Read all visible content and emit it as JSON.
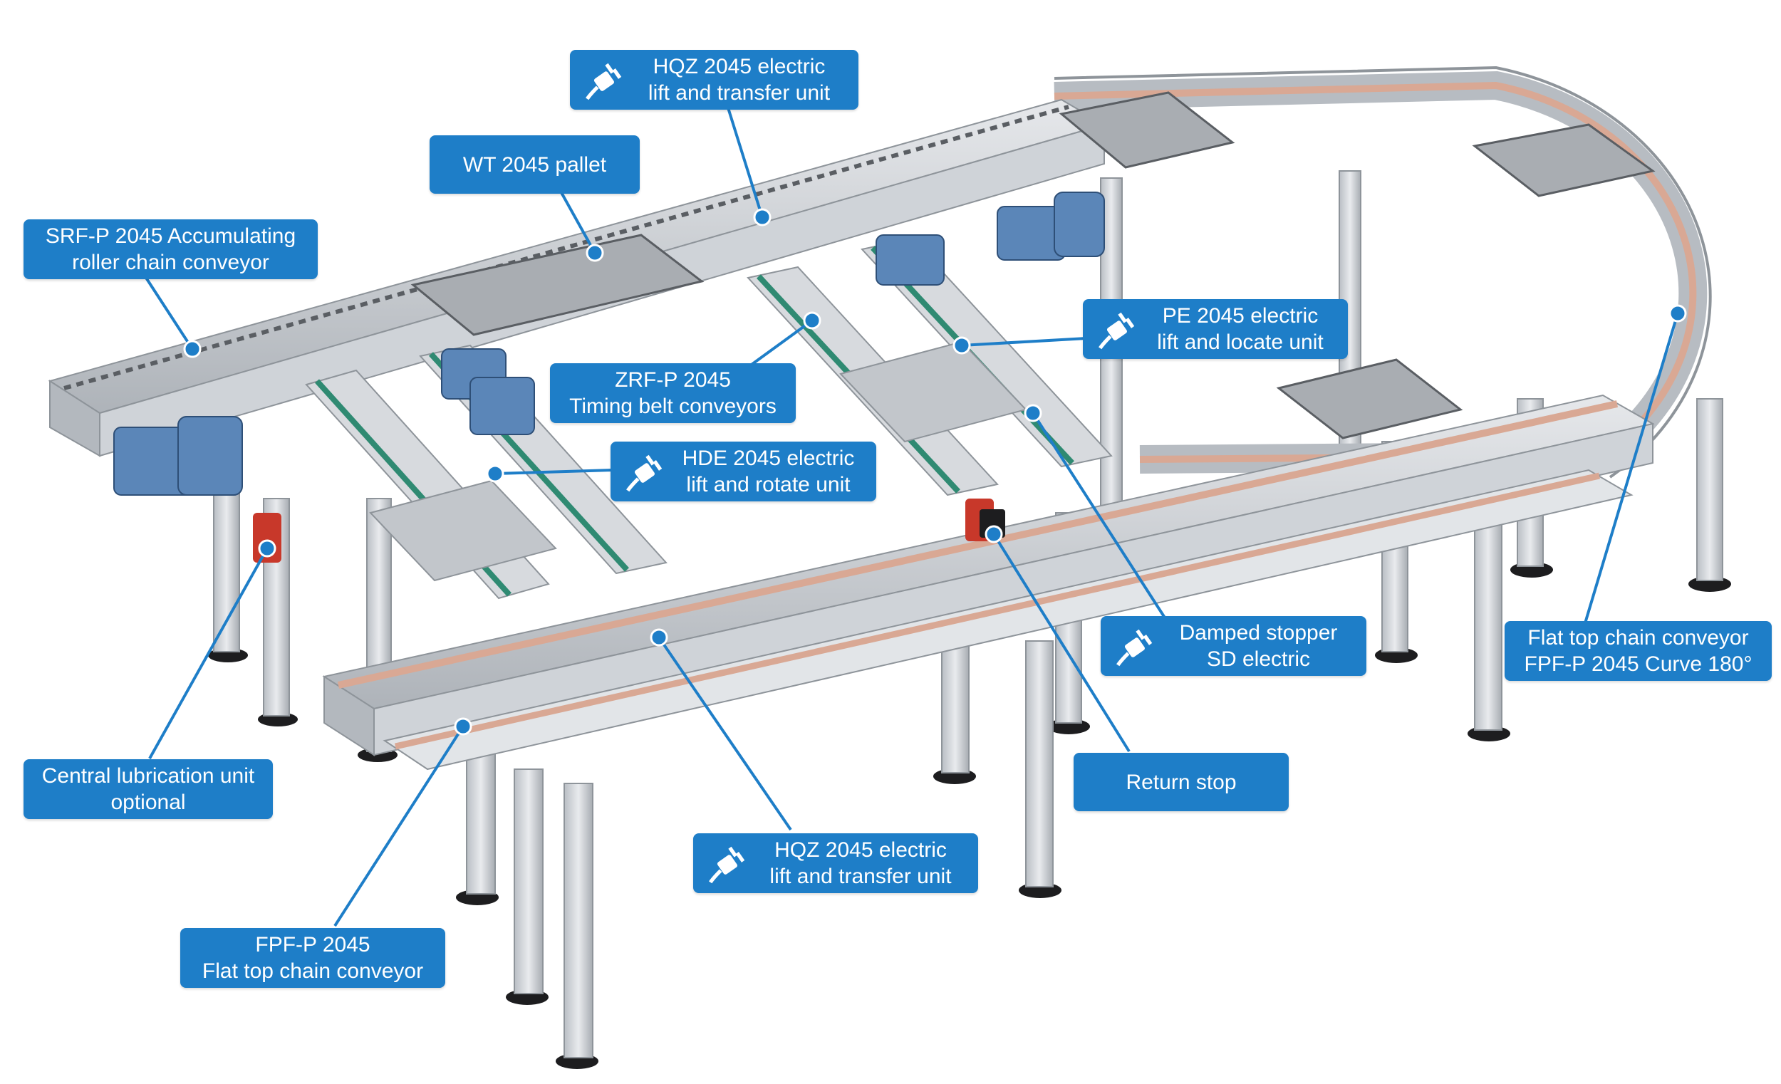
{
  "colors": {
    "callout_bg": "#1e7ec8",
    "callout_text": "#ffffff",
    "leader_line": "#1e7ec8",
    "aluminium": "#c9cdd2",
    "chain": "#d9a894",
    "belt": "#2f8a72",
    "motor": "#5b86b8",
    "stopper": "#c8382a"
  },
  "callouts": {
    "hqz_top": {
      "icon": "electric-plug-icon",
      "lines": [
        "HQZ 2045 electric",
        "lift and transfer unit"
      ]
    },
    "wt_pallet": {
      "lines": [
        "WT 2045 pallet"
      ]
    },
    "srf_p": {
      "lines": [
        "SRF-P 2045 Accumulating",
        "roller chain conveyor"
      ]
    },
    "pe_2045": {
      "icon": "electric-plug-icon",
      "lines": [
        "PE 2045 electric",
        "lift and locate unit"
      ]
    },
    "zrf_p": {
      "lines": [
        "ZRF-P 2045",
        "Timing belt conveyors"
      ]
    },
    "hde_2045": {
      "icon": "electric-plug-icon",
      "lines": [
        "HDE 2045 electric",
        "lift and rotate unit"
      ]
    },
    "damped_stopper": {
      "icon": "electric-plug-icon",
      "lines": [
        "Damped stopper",
        "SD electric"
      ]
    },
    "flat_top_curve": {
      "lines": [
        "Flat top chain conveyor",
        "FPF-P 2045 Curve 180°"
      ]
    },
    "central_lube": {
      "lines": [
        "Central lubrication unit",
        "optional"
      ]
    },
    "return_stop": {
      "lines": [
        "Return stop"
      ]
    },
    "hqz_bottom": {
      "icon": "electric-plug-icon",
      "lines": [
        "HQZ 2045 electric",
        "lift and transfer unit"
      ]
    },
    "fpf_p": {
      "lines": [
        "FPF-P 2045",
        "Flat top chain conveyor"
      ]
    }
  }
}
